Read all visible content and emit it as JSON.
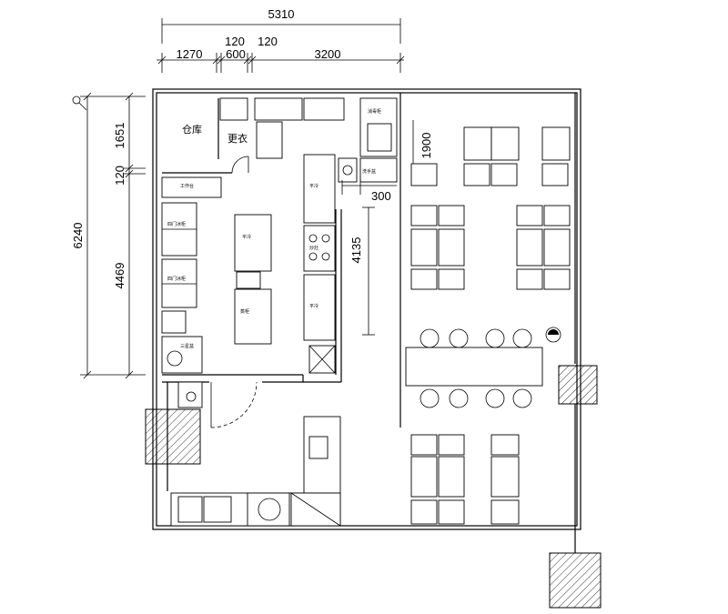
{
  "dimensions": {
    "overall_width": "5310",
    "segments": [
      "1270",
      "120",
      "600",
      "120",
      "3200"
    ],
    "overall_height": "6240",
    "left_segments": [
      "1651",
      "120",
      "4469"
    ],
    "dining_top_depth": "1900",
    "counter_offset": "300",
    "counter_length": "4135"
  },
  "rooms": {
    "storage": "仓库",
    "changing": "更衣"
  },
  "equipment_labels": [
    "四门冰柜",
    "四门冰柜",
    "平冷",
    "平冷",
    "平冷",
    "蒸柜",
    "炒灶",
    "洗手盆",
    "消毒柜",
    "三星盆",
    "工作台"
  ]
}
